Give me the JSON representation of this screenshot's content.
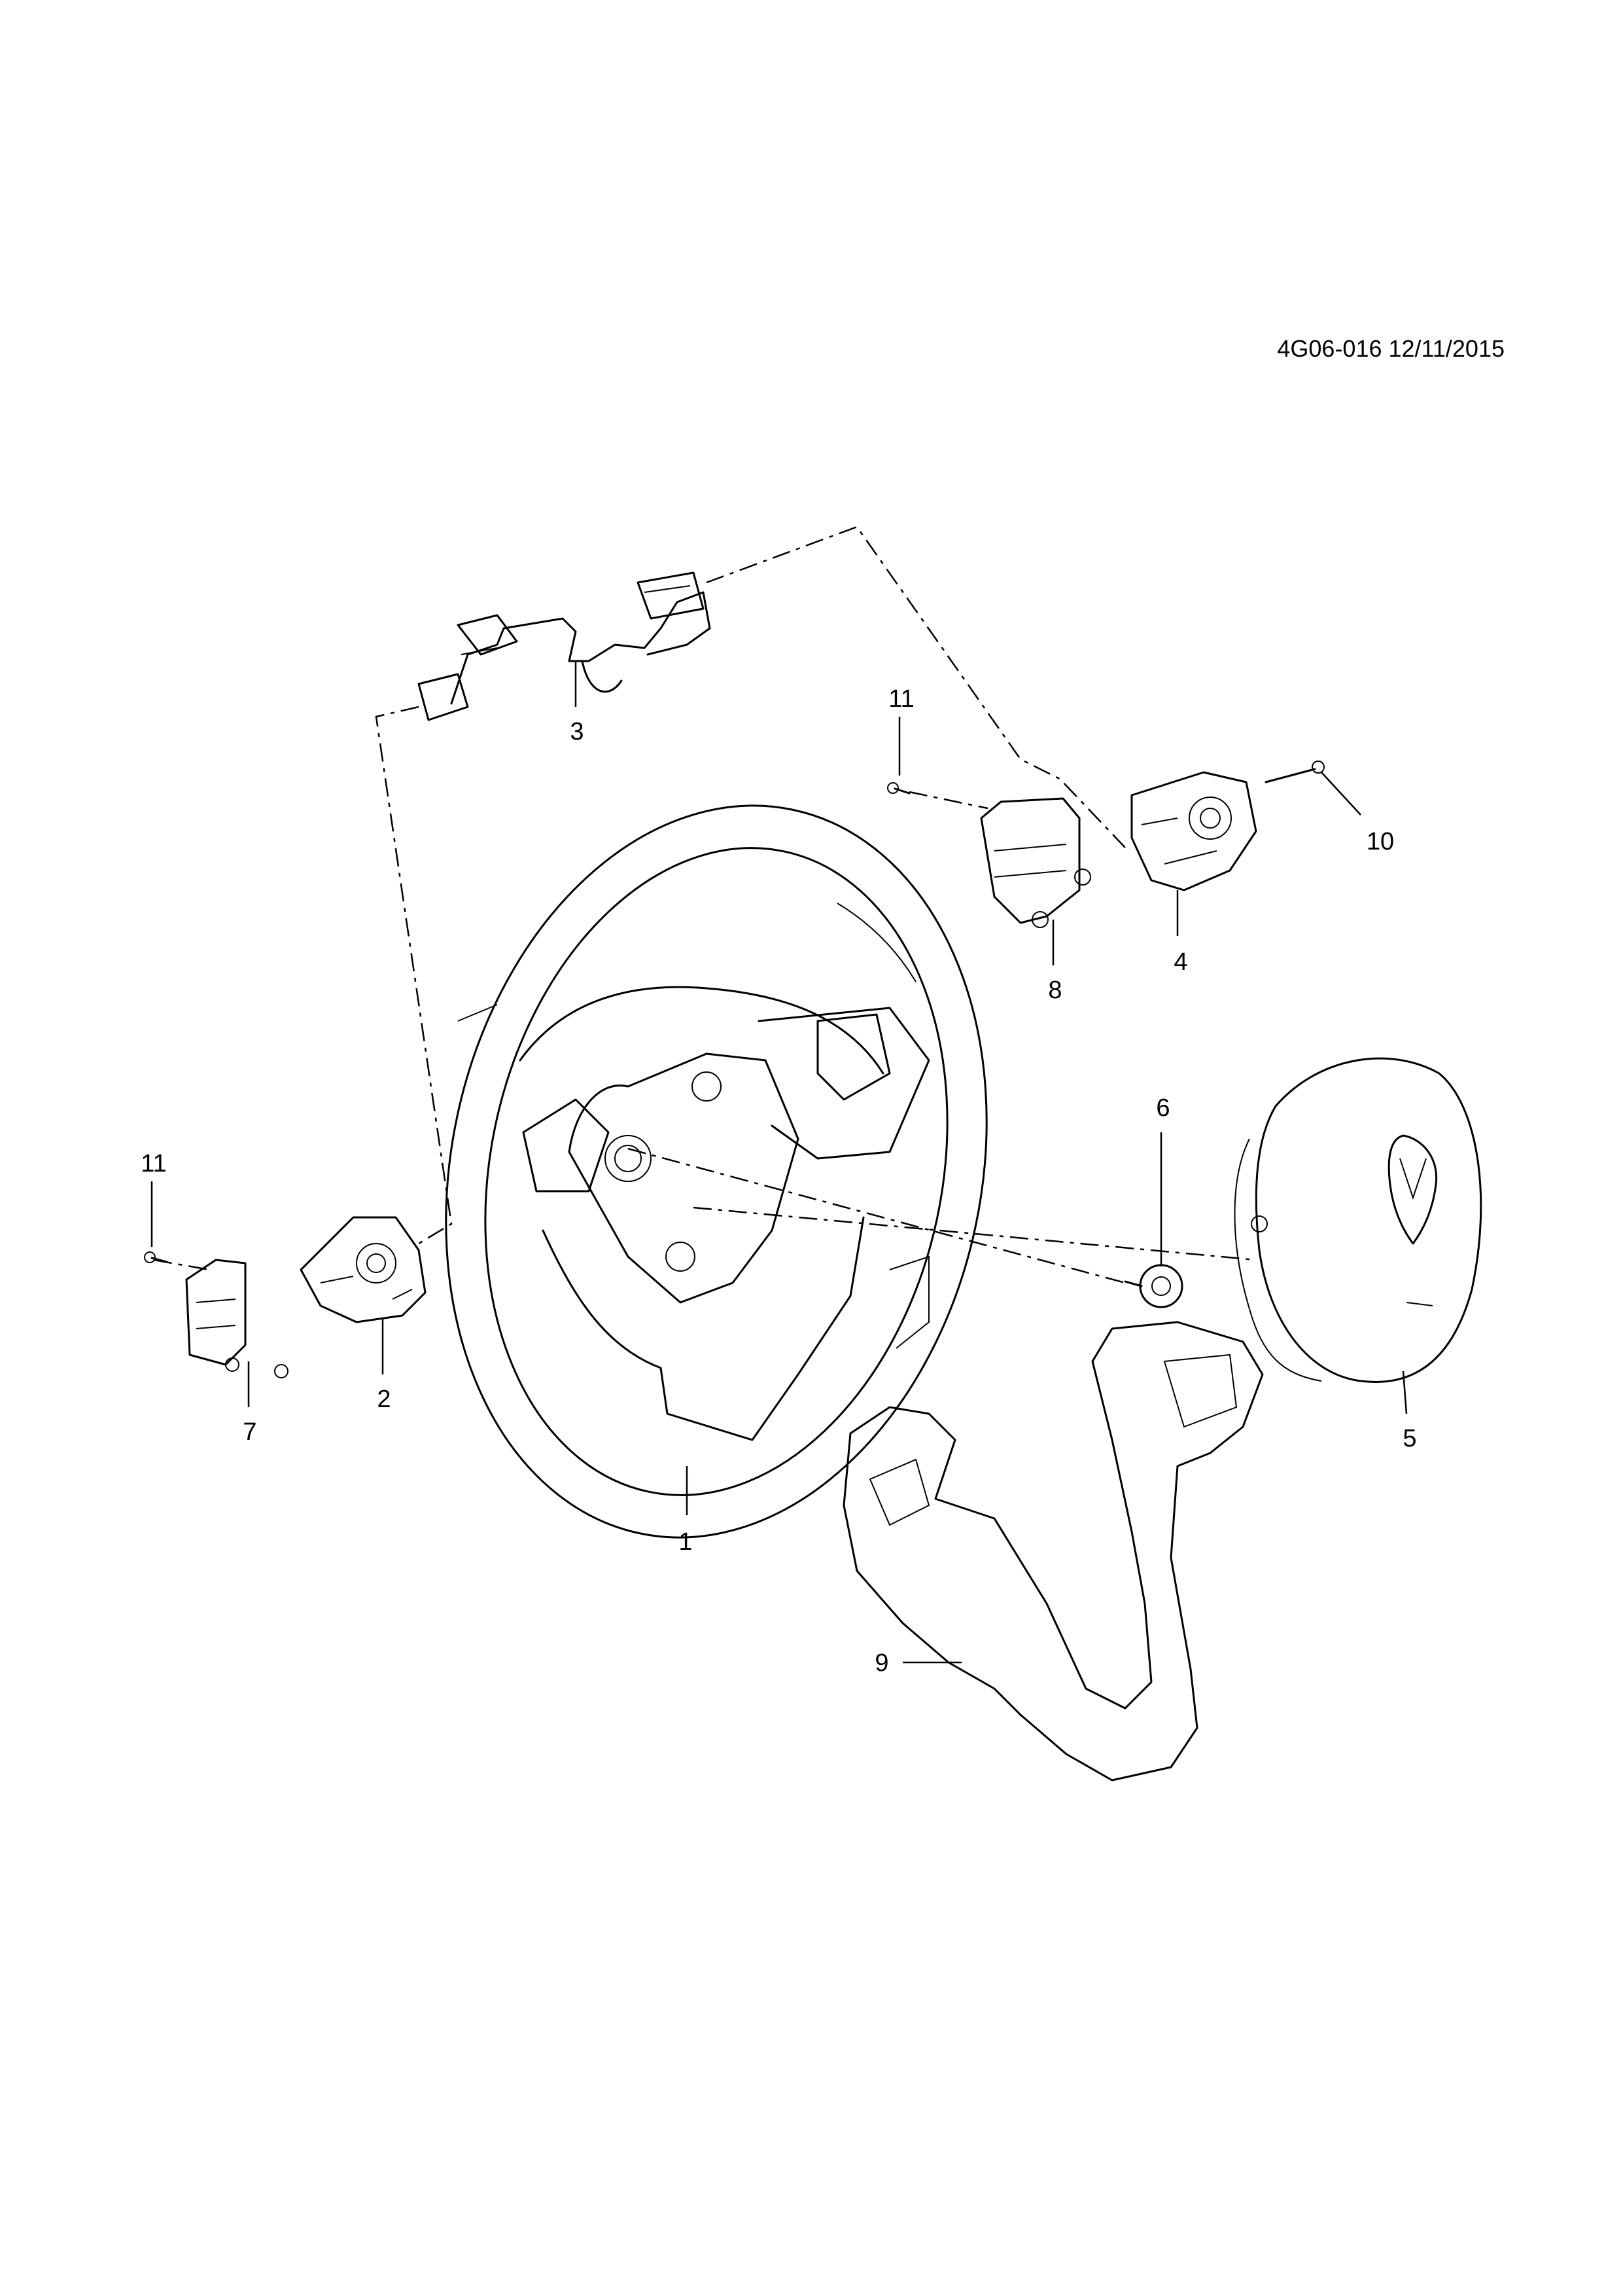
{
  "reference": "4G06-016 12/11/2015",
  "callouts": [
    {
      "id": "1",
      "label": "1"
    },
    {
      "id": "2",
      "label": "2"
    },
    {
      "id": "3",
      "label": "3"
    },
    {
      "id": "4",
      "label": "4"
    },
    {
      "id": "5",
      "label": "5"
    },
    {
      "id": "6",
      "label": "6"
    },
    {
      "id": "7",
      "label": "7"
    },
    {
      "id": "8",
      "label": "8"
    },
    {
      "id": "9",
      "label": "9"
    },
    {
      "id": "10",
      "label": "10"
    },
    {
      "id": "11a",
      "label": "11"
    },
    {
      "id": "11b",
      "label": "11"
    }
  ]
}
